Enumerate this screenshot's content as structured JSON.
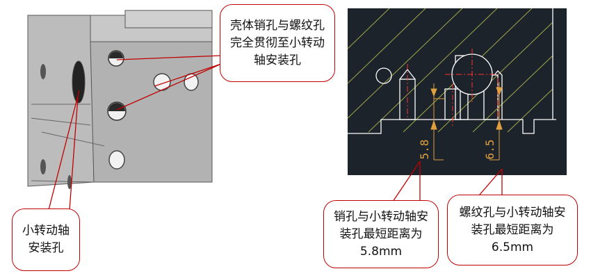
{
  "callouts": {
    "top_right": "壳体销孔与螺纹孔完全贯彻至小转动轴安装孔",
    "bottom_left": "小转动轴安装孔",
    "mid_left": "销孔与小转动轴安装孔最短距离为5.8mm",
    "mid_right": "螺纹孔与小转动轴安装孔最短距离为6.5mm"
  },
  "dimensions": {
    "left": "5.8",
    "right": "6.5"
  },
  "colors": {
    "callout_border": "#c00000",
    "cad_background": "#1d232b",
    "dimension": "#e0a040",
    "centerline": "#ff3030",
    "hatch": "#b8c050"
  }
}
